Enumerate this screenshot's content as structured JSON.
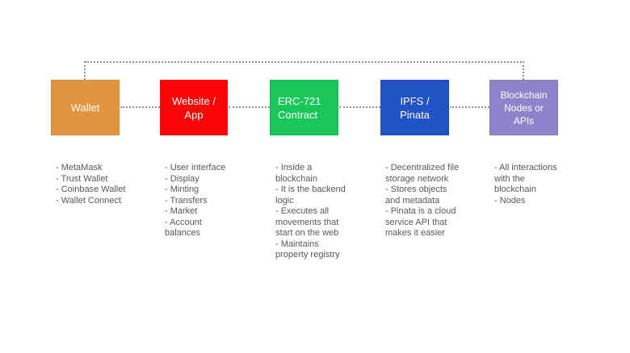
{
  "canvas": {
    "background": "#ffffff",
    "connector_color": "#929292",
    "list_text_color": "#58585c",
    "box_text_color": "#ffffff"
  },
  "columns": [
    {
      "box": {
        "label": "Wallet",
        "color": "#e2943e"
      },
      "items": [
        "- MetaMask",
        "- Trust Wallet",
        "- Coinbase Wallet",
        "- Wallet Connect"
      ]
    },
    {
      "box": {
        "label": "Website /\nApp",
        "color": "#fa0606"
      },
      "items": [
        "- User interface",
        "- Display",
        "- Minting",
        "- Transfers",
        "- Market",
        "- Account\nbalances"
      ]
    },
    {
      "box": {
        "label": "ERC-721\nContract",
        "color": "#19c659"
      },
      "items": [
        "- Inside a\nblockchain",
        "- It is the backend\nlogic",
        "- Executes all\nmovements that\nstart on the web",
        "- Maintains\nproperty registry"
      ]
    },
    {
      "box": {
        "label": "IPFS /\nPinata",
        "color": "#2152c6"
      },
      "items": [
        "- Decentralized file\nstorage network",
        "- Stores objects\nand metadata",
        "- Pinata is a cloud\nservice API that\nmakes it easier"
      ]
    },
    {
      "box": {
        "label": "Blockchain\nNodes or\nAPIs",
        "color": "#9083cb"
      },
      "items": [
        "- All interactions\nwith the\nblockchain",
        "- Nodes"
      ]
    }
  ]
}
